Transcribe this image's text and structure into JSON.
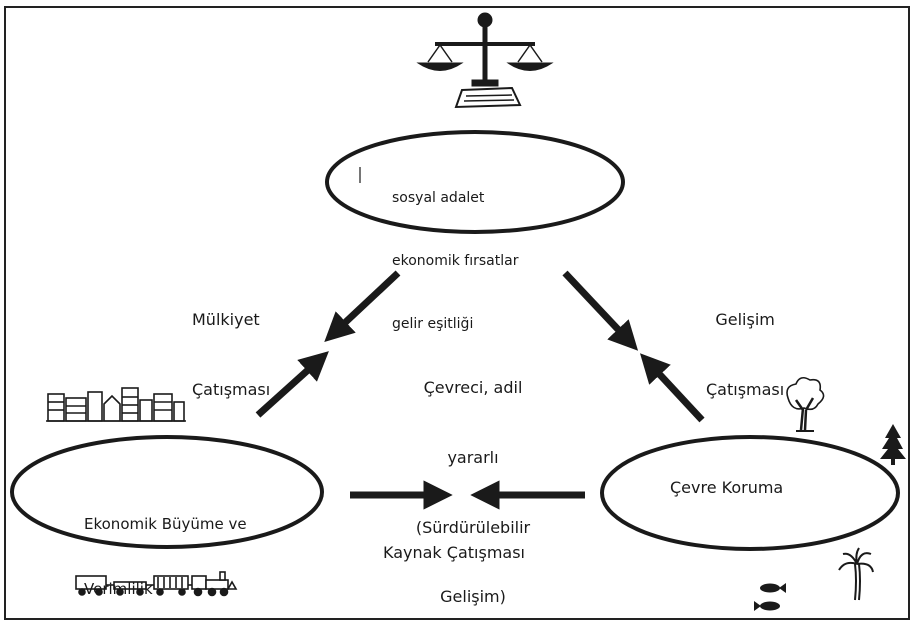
{
  "top_oval": {
    "lines": [
      "sosyal adalet",
      "ekonomik fırsatlar",
      "gelir eşitliği"
    ]
  },
  "left_oval": {
    "lines": [
      "Ekonomik Büyüme ve",
      "Verimlilik"
    ]
  },
  "right_oval": {
    "label": "Çevre Koruma"
  },
  "center": {
    "lines": [
      "Çevreci, adil",
      "yararlı",
      "(Sürdürülebilir",
      "Gelişim)"
    ]
  },
  "conflicts": {
    "left": [
      "Mülkiyet",
      "Çatışması"
    ],
    "right": [
      "Gelişim",
      "Çatışması"
    ],
    "bottom": "Kaynak Çatışması"
  },
  "icons": [
    "scales-icon",
    "buildings-icon",
    "train-icon",
    "tree-icon",
    "pine-tree-icon",
    "palm-tree-icon",
    "fish-icon"
  ],
  "colors": {
    "ink": "#1a1a1a",
    "background": "#ffffff"
  }
}
